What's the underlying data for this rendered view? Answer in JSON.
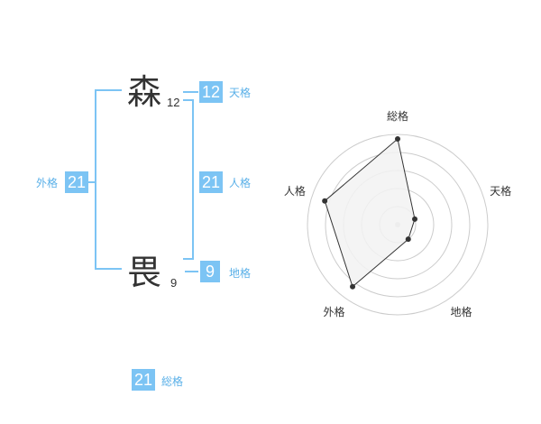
{
  "name": {
    "surname_char": "森",
    "surname_strokes": "12",
    "given_char": "畏",
    "given_strokes": "9"
  },
  "fortunes": {
    "tenkaku": {
      "value": "12",
      "label": "天格"
    },
    "jinkaku": {
      "value": "21",
      "label": "人格"
    },
    "chikaku": {
      "value": "9",
      "label": "地格"
    },
    "gaikaku": {
      "value": "21",
      "label": "外格"
    },
    "soukaku": {
      "value": "21",
      "label": "総格"
    }
  },
  "colors": {
    "accent": "#7cc4f4",
    "accent_text": "#5ab0e8",
    "text": "#333333",
    "radar_fill": "#f2f2f2",
    "radar_stroke": "#333333",
    "grid": "#cccccc"
  },
  "chart_data": {
    "type": "radar",
    "axes": [
      "総格",
      "天格",
      "地格",
      "外格",
      "人格"
    ],
    "values": [
      0.95,
      0.2,
      0.2,
      0.85,
      0.85
    ],
    "range": [
      0,
      1
    ],
    "rings": 5
  }
}
